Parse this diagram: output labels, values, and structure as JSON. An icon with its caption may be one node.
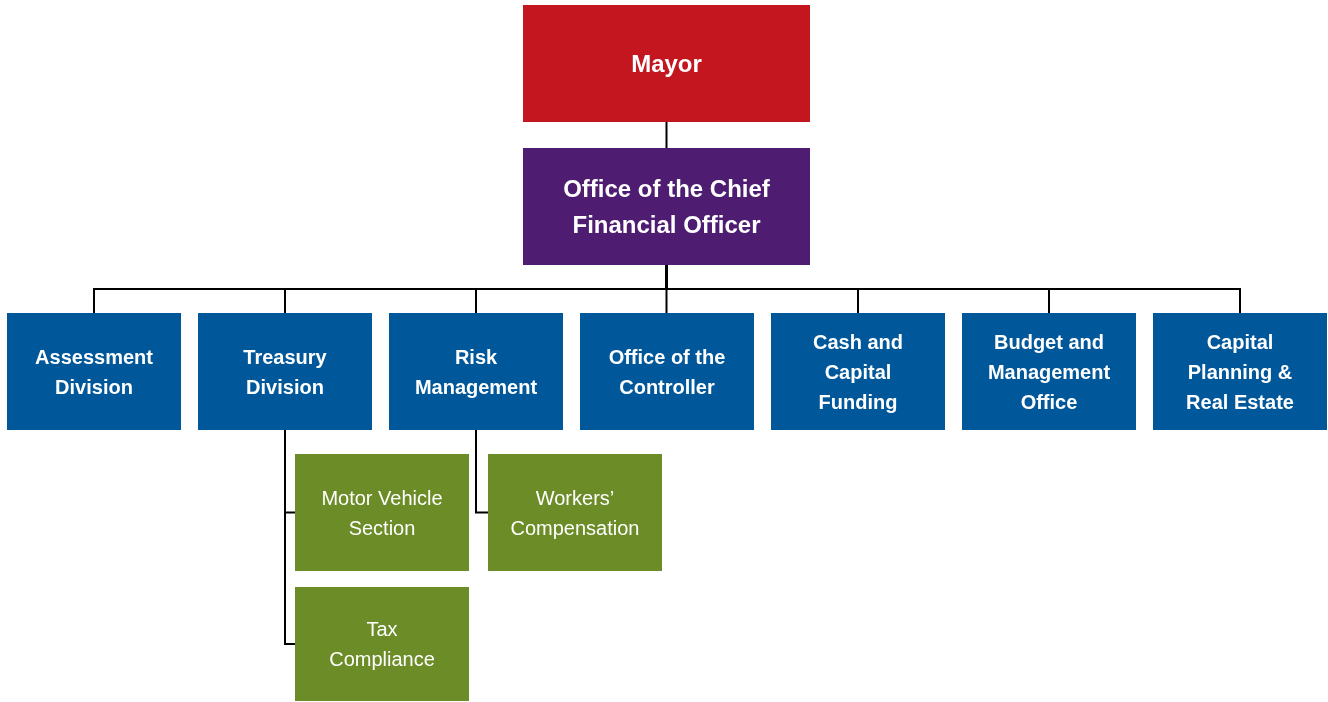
{
  "diagram": {
    "nodes": [
      {
        "text": [
          "Mayor"
        ]
      },
      {
        "text": [
          "Office of the Chief Financial Officer"
        ]
      },
      {
        "text": [
          "Assessment Division"
        ]
      },
      {
        "text": [
          "Treasury Division"
        ]
      },
      {
        "text": [
          "Risk Management"
        ]
      },
      {
        "text": [
          "Office of the Controller"
        ]
      },
      {
        "text": [
          "Cash and Capital Funding"
        ]
      },
      {
        "text": [
          "Budget and Management Office"
        ]
      },
      {
        "text": [
          "Capital Planning & Real Estate"
        ]
      },
      {
        "text": [
          "Motor Vehicle Section"
        ]
      },
      {
        "text": [
          "Tax Compliance"
        ]
      },
      {
        "text": [
          "Workers’ Compensation"
        ]
      }
    ],
    "edges": [
      {
        "from": 0,
        "to": 1,
        "arrow": "none"
      },
      {
        "from": 1,
        "to": 2,
        "arrow": "none"
      },
      {
        "from": 1,
        "to": 3,
        "arrow": "none"
      },
      {
        "from": 1,
        "to": 4,
        "arrow": "none"
      },
      {
        "from": 1,
        "to": 5,
        "arrow": "none"
      },
      {
        "from": 1,
        "to": 6,
        "arrow": "none"
      },
      {
        "from": 1,
        "to": 7,
        "arrow": "none"
      },
      {
        "from": 1,
        "to": 8,
        "arrow": "none"
      },
      {
        "from": 3,
        "to": 9,
        "arrow": "none"
      },
      {
        "from": 3,
        "to": 10,
        "arrow": "none"
      },
      {
        "from": 4,
        "to": 11,
        "arrow": "none"
      }
    ]
  }
}
